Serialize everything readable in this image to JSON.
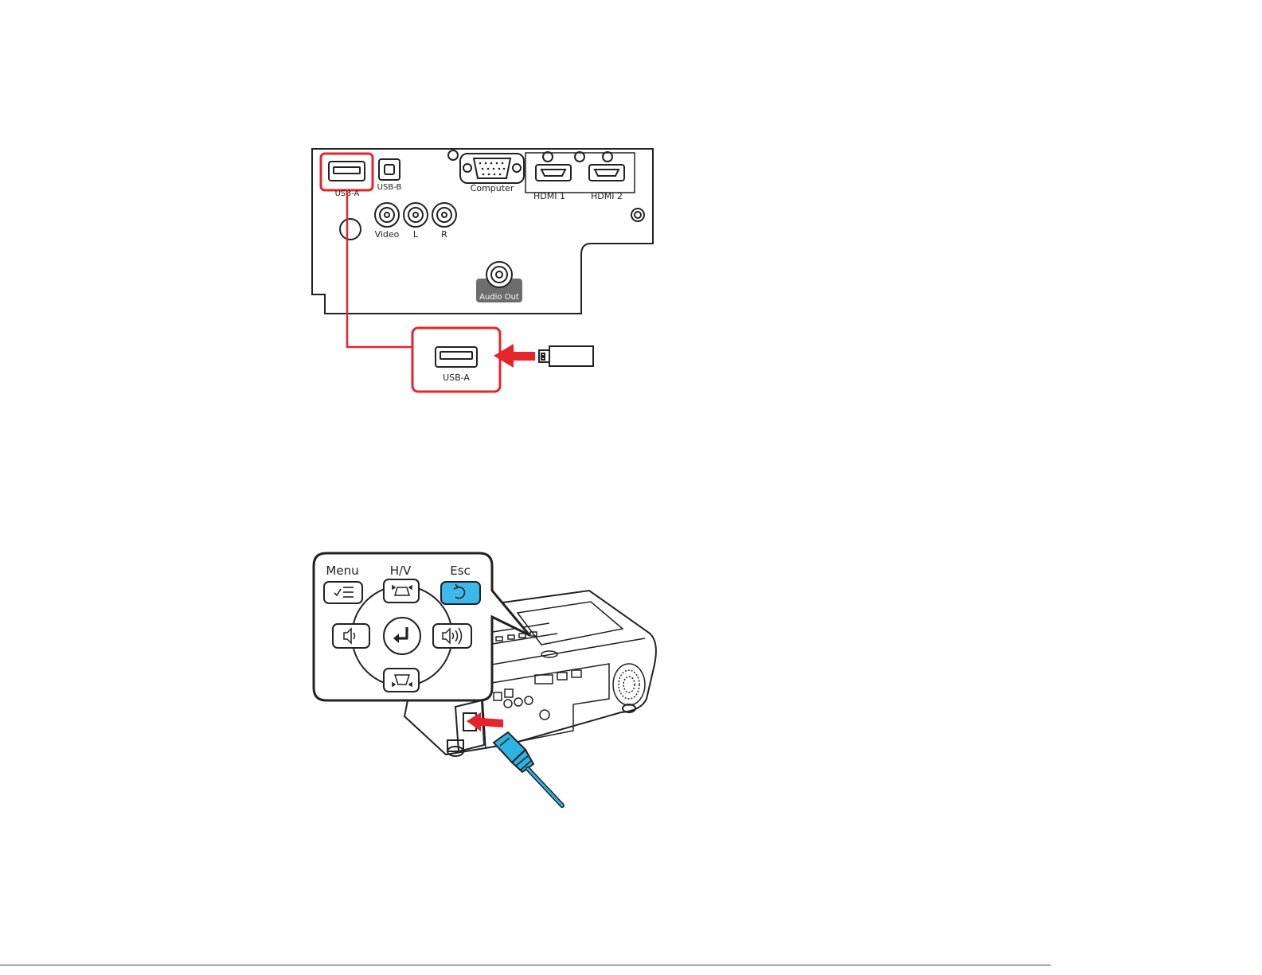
{
  "panel_labels": {
    "usb_a_top": "USB-A",
    "usb_b": "USB-B",
    "computer": "Computer",
    "hdmi1": "HDMI 1",
    "hdmi2": "HDMI 2",
    "video": "Video",
    "audio_l": "L",
    "audio_r": "R",
    "audio_out": "Audio Out",
    "usb_a_zoom": "USB-A"
  },
  "control_panel": {
    "menu": "Menu",
    "hv": "H/V",
    "esc": "Esc"
  },
  "colors": {
    "highlight": "#e4252b",
    "esc_button": "#3db8ea",
    "power_plug": "#2fb3e0",
    "stroke": "#222222"
  },
  "icons": {
    "menu": "menu-list-icon",
    "keystone_up": "keystone-up-icon",
    "keystone_down": "keystone-down-icon",
    "esc": "return-arrow-icon",
    "enter": "enter-icon",
    "volume_down": "volume-down-icon",
    "volume_up": "volume-up-icon"
  }
}
